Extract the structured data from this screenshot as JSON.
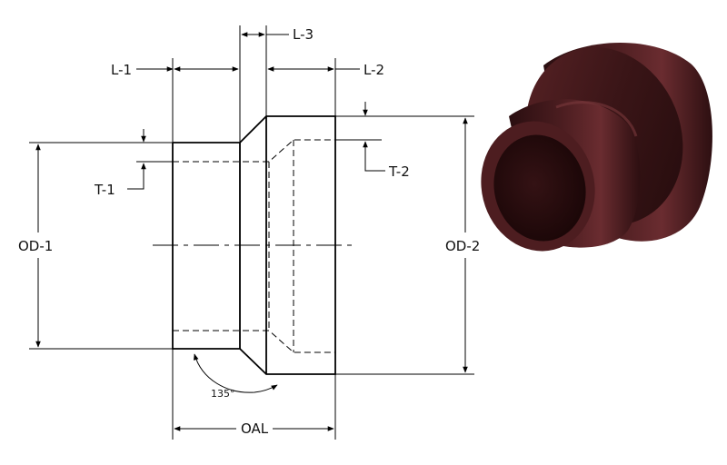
{
  "labels": {
    "l1": "L-1",
    "l2": "L-2",
    "l3": "L-3",
    "t1": "T-1",
    "t2": "T-2",
    "od1": "OD-1",
    "od2": "OD-2",
    "oal": "OAL",
    "angle": "135°"
  },
  "colors": {
    "line": "#000000",
    "part_dark": "#2a0f10",
    "part_mid": "#4a1c1e",
    "part_light": "#6e3033"
  }
}
